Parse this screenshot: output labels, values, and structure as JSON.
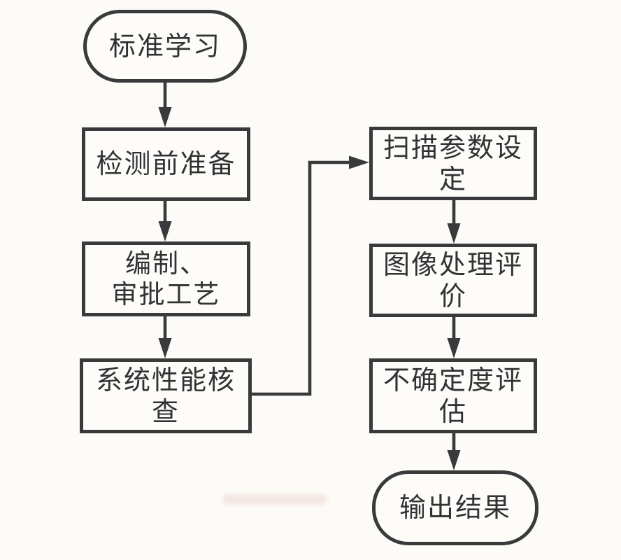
{
  "diagram": {
    "type": "flowchart",
    "colors": {
      "background": "#fcfbf7",
      "node_fill": "#fdfcf9",
      "line": "#3a3a3c",
      "text": "#323235"
    },
    "nodes": [
      {
        "id": "standard-learning",
        "label": "标准学习",
        "shape": "stadium"
      },
      {
        "id": "pre-inspection-preparation",
        "label": "检测前准备",
        "shape": "rect"
      },
      {
        "id": "compile-approve-procedure",
        "label": "编制、\n审批工艺",
        "shape": "rect"
      },
      {
        "id": "system-performance-check",
        "label": "系统性能核查",
        "shape": "rect"
      },
      {
        "id": "scan-parameter-setting",
        "label": "扫描参数设定",
        "shape": "rect"
      },
      {
        "id": "image-processing-evaluation",
        "label": "图像处理评价",
        "shape": "rect"
      },
      {
        "id": "uncertainty-evaluation",
        "label": "不确定度评估",
        "shape": "rect"
      },
      {
        "id": "output-result",
        "label": "输出结果",
        "shape": "stadium"
      }
    ],
    "edges": [
      {
        "from": "standard-learning",
        "to": "pre-inspection-preparation",
        "style": "straight-down"
      },
      {
        "from": "pre-inspection-preparation",
        "to": "compile-approve-procedure",
        "style": "straight-down"
      },
      {
        "from": "compile-approve-procedure",
        "to": "system-performance-check",
        "style": "straight-down"
      },
      {
        "from": "system-performance-check",
        "to": "scan-parameter-setting",
        "style": "elbow-right-up-right"
      },
      {
        "from": "scan-parameter-setting",
        "to": "image-processing-evaluation",
        "style": "straight-down"
      },
      {
        "from": "image-processing-evaluation",
        "to": "uncertainty-evaluation",
        "style": "straight-down"
      },
      {
        "from": "uncertainty-evaluation",
        "to": "output-result",
        "style": "straight-down"
      }
    ]
  }
}
